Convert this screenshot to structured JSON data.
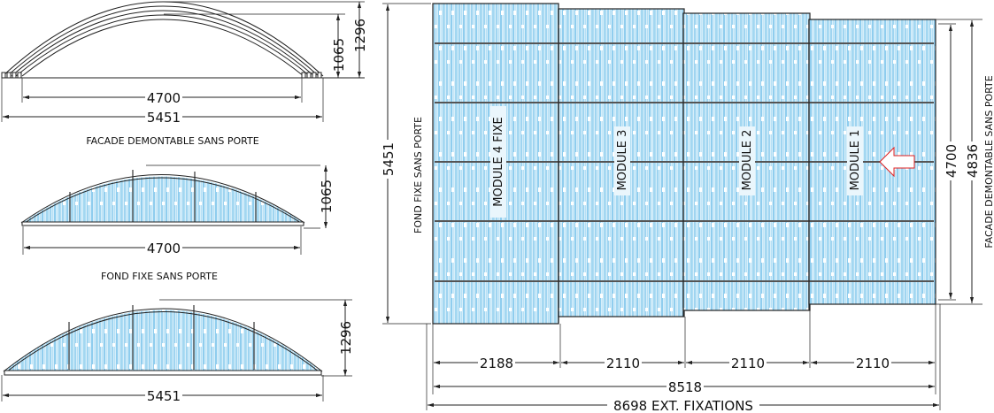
{
  "views": {
    "facade": {
      "caption": "FACADE DEMONTABLE SANS PORTE",
      "inner_width": "4700",
      "outer_width": "5451",
      "inner_height": "1065",
      "outer_height": "1296"
    },
    "fond": {
      "caption": "FOND FIXE SANS PORTE",
      "width": "4700",
      "height": "1065"
    },
    "side": {
      "width": "5451",
      "height": "1296"
    }
  },
  "plan": {
    "left_label": "FOND FIXE SANS PORTE",
    "left_dimension": "5451",
    "right_label": "FACADE DEMONTABLE SANS PORTE",
    "right_dim_inner": "4700",
    "right_dim_outer": "4836",
    "modules": [
      {
        "label": "MODULE 4 FIXE",
        "width": "2188"
      },
      {
        "label": "MODULE 3",
        "width": "2110"
      },
      {
        "label": "MODULE 2",
        "width": "2110"
      },
      {
        "label": "MODULE 1",
        "width": "2110"
      }
    ],
    "total_length": "8518",
    "total_ext": "8698 EXT. FIXATIONS"
  },
  "colors": {
    "glazing": "#bfe3f5",
    "glazing_stripe": "#8fcdee",
    "line": "#222222",
    "arrow": "#e02020"
  }
}
